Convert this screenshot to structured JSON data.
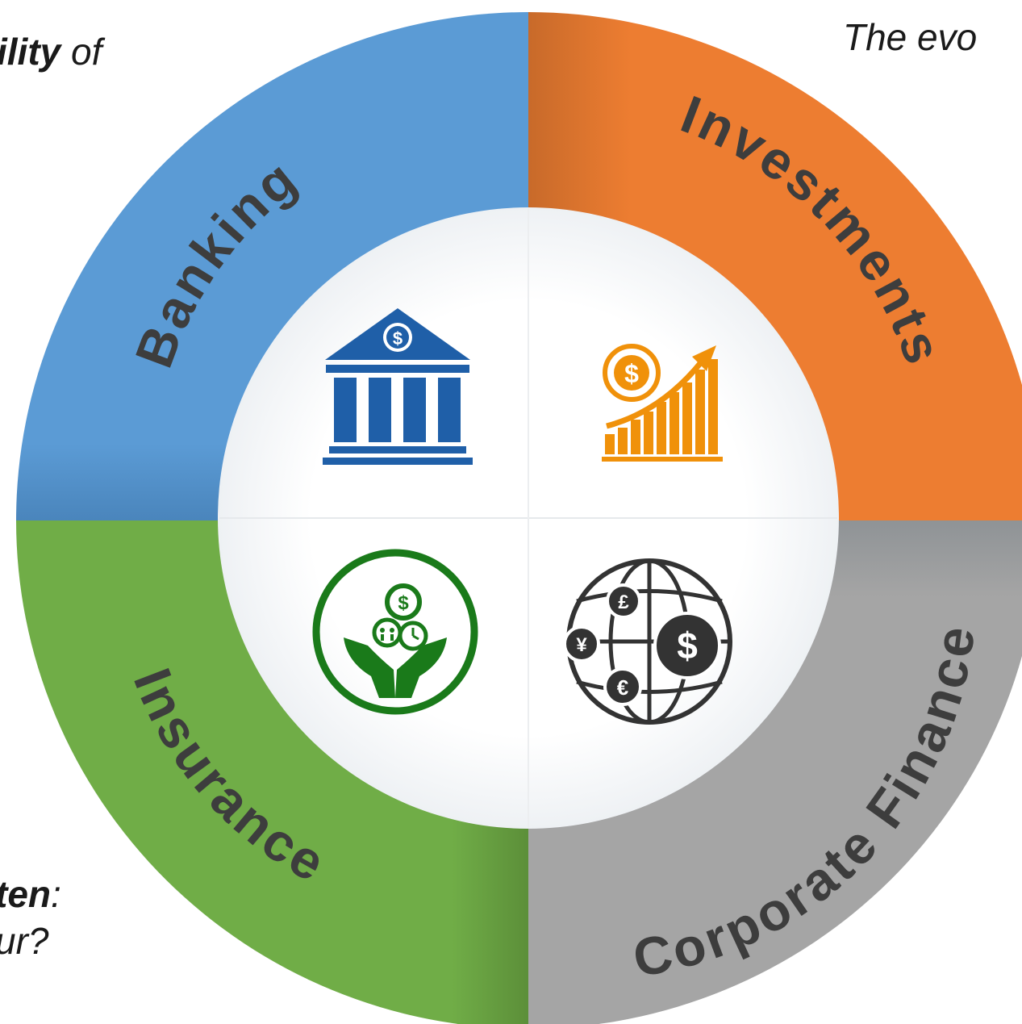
{
  "fragments": {
    "top_left_bold": "ility",
    "top_left_rest": " of",
    "top_right": "The evo",
    "bottom_left_bold": "ten",
    "bottom_left_rest": ":",
    "bottom_left_line2": "ur?"
  },
  "segments": [
    {
      "label": "Banking",
      "color": "#5b9bd5",
      "icon": "bank-icon",
      "icon_color": "#1f5fa8"
    },
    {
      "label": "Investments",
      "color": "#ed7d31",
      "icon": "growth-chart-icon",
      "icon_color": "#f0910a"
    },
    {
      "label": "Insurance",
      "color": "#70ad47",
      "icon": "insurance-hands-icon",
      "icon_color": "#1a7a1a"
    },
    {
      "label": "Corporate Finance",
      "color": "#a5a5a5",
      "icon": "global-currency-icon",
      "icon_color": "#333333"
    }
  ],
  "icon_glyphs": {
    "bank": "$",
    "investment": "$",
    "insurance_coin": "$",
    "pound": "£",
    "yen": "¥",
    "euro": "€",
    "dollar": "$"
  }
}
